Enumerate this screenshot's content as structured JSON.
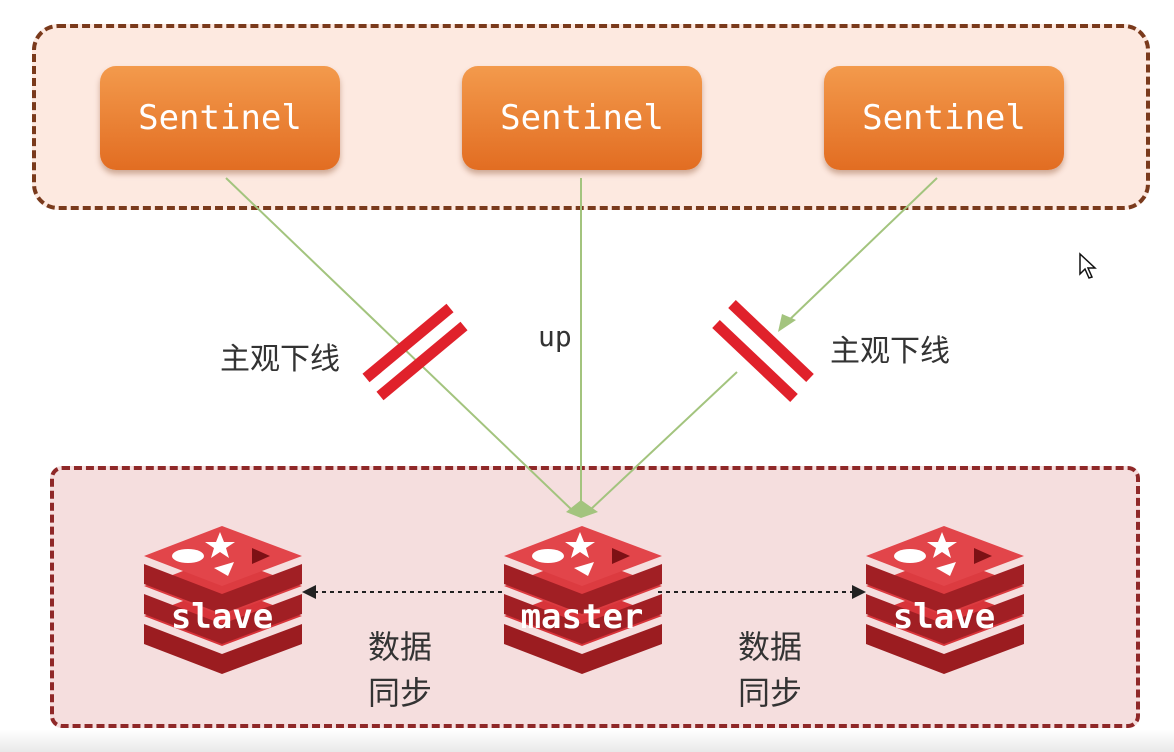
{
  "sentinels": [
    {
      "label": "Sentinel"
    },
    {
      "label": "Sentinel"
    },
    {
      "label": "Sentinel"
    }
  ],
  "links": {
    "left_label": "主观下线",
    "middle_label": "up",
    "right_label": "主观下线"
  },
  "redis_nodes": {
    "left": {
      "label": "slave"
    },
    "center": {
      "label": "master"
    },
    "right": {
      "label": "slave"
    }
  },
  "sync": {
    "left": {
      "line1": "数据",
      "line2": "同步"
    },
    "right": {
      "line1": "数据",
      "line2": "同步"
    }
  },
  "colors": {
    "sentinel_fill": "#ea7f34",
    "sentinel_group_bg": "#fde9e0",
    "sentinel_group_border": "#7a3a1c",
    "redis_group_bg": "#f5dede",
    "redis_group_border": "#8f2828",
    "link_line": "#9fbf77",
    "break_mark": "#e0212b",
    "redis_red": "#c1272d"
  }
}
